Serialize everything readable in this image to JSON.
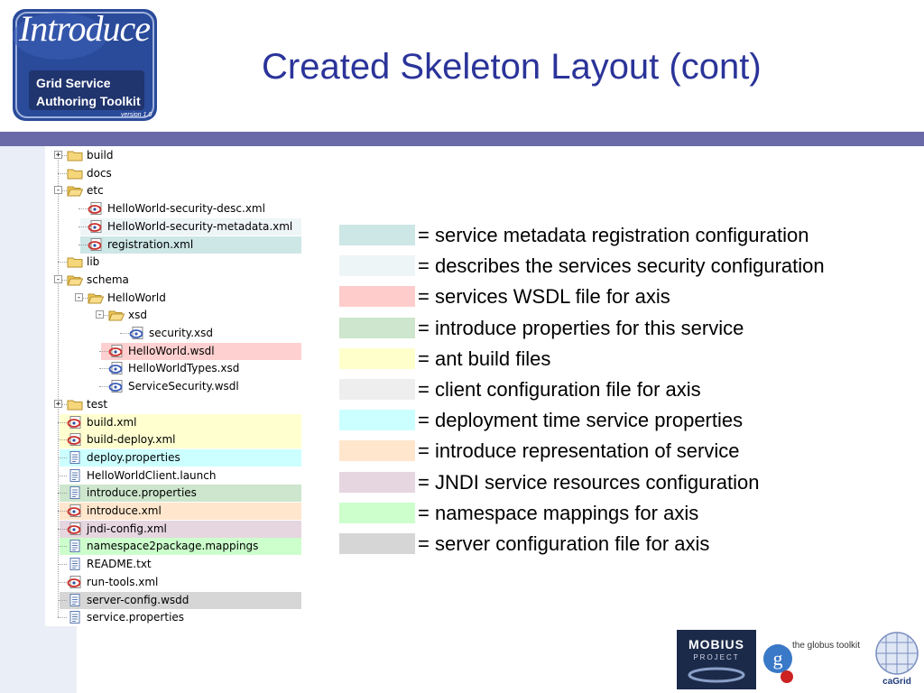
{
  "title": "Created Skeleton Layout (cont)",
  "logo": {
    "script": "Introduce",
    "line1": "Grid Service",
    "line2": "Authoring Toolkit",
    "version": "version 1.0"
  },
  "tree": [
    {
      "label": "build",
      "type": "folder",
      "level": 0,
      "toggle": "+",
      "highlight": ""
    },
    {
      "label": "docs",
      "type": "folder",
      "level": 0,
      "toggle": "",
      "highlight": ""
    },
    {
      "label": "etc",
      "type": "folder-open",
      "level": 0,
      "toggle": "-",
      "highlight": ""
    },
    {
      "label": "HelloWorld-security-desc.xml",
      "type": "xml",
      "level": 1,
      "toggle": "",
      "highlight": ""
    },
    {
      "label": "HelloWorld-security-metadata.xml",
      "type": "xml",
      "level": 1,
      "toggle": "",
      "highlight": "#eef5f7"
    },
    {
      "label": "registration.xml",
      "type": "xml",
      "level": 1,
      "toggle": "",
      "highlight": "#cde6e6"
    },
    {
      "label": "lib",
      "type": "folder",
      "level": 0,
      "toggle": "",
      "highlight": ""
    },
    {
      "label": "schema",
      "type": "folder-open",
      "level": 0,
      "toggle": "-",
      "highlight": ""
    },
    {
      "label": "HelloWorld",
      "type": "folder-open",
      "level": 1,
      "toggle": "-",
      "highlight": ""
    },
    {
      "label": "xsd",
      "type": "folder-open",
      "level": 2,
      "toggle": "-",
      "highlight": ""
    },
    {
      "label": "security.xsd",
      "type": "xsd",
      "level": 3,
      "toggle": "",
      "highlight": ""
    },
    {
      "label": "HelloWorld.wsdl",
      "type": "xml",
      "level": 2,
      "toggle": "",
      "highlight": "#ffd0d0"
    },
    {
      "label": "HelloWorldTypes.xsd",
      "type": "xsd",
      "level": 2,
      "toggle": "",
      "highlight": ""
    },
    {
      "label": "ServiceSecurity.wsdl",
      "type": "xsd",
      "level": 2,
      "toggle": "",
      "highlight": ""
    },
    {
      "label": "test",
      "type": "folder",
      "level": 0,
      "toggle": "+",
      "highlight": ""
    },
    {
      "label": "build.xml",
      "type": "xml",
      "level": 0,
      "toggle": "",
      "highlight": "#ffffd0"
    },
    {
      "label": "build-deploy.xml",
      "type": "xml",
      "level": 0,
      "toggle": "",
      "highlight": "#ffffd0"
    },
    {
      "label": "deploy.properties",
      "type": "text",
      "level": 0,
      "toggle": "",
      "highlight": "#ccffff"
    },
    {
      "label": "HelloWorldClient.launch",
      "type": "text",
      "level": 0,
      "toggle": "",
      "highlight": ""
    },
    {
      "label": "introduce.properties",
      "type": "text",
      "level": 0,
      "toggle": "",
      "highlight": "#cde6cd"
    },
    {
      "label": "introduce.xml",
      "type": "xml",
      "level": 0,
      "toggle": "",
      "highlight": "#ffe6cc"
    },
    {
      "label": "jndi-config.xml",
      "type": "xml",
      "level": 0,
      "toggle": "",
      "highlight": "#e6d6e0"
    },
    {
      "label": "namespace2package.mappings",
      "type": "text",
      "level": 0,
      "toggle": "",
      "highlight": "#ccffcc"
    },
    {
      "label": "README.txt",
      "type": "text",
      "level": 0,
      "toggle": "",
      "highlight": ""
    },
    {
      "label": "run-tools.xml",
      "type": "xml",
      "level": 0,
      "toggle": "",
      "highlight": ""
    },
    {
      "label": "server-config.wsdd",
      "type": "text",
      "level": 0,
      "toggle": "",
      "highlight": "#d6d6d6"
    },
    {
      "label": "service.properties",
      "type": "text",
      "level": 0,
      "toggle": "",
      "highlight": ""
    }
  ],
  "legend": [
    {
      "color": "#cde6e6",
      "text": "= service metadata registration configuration"
    },
    {
      "color": "#eef5f7",
      "text": "= describes the services security configuration"
    },
    {
      "color": "#ffcccc",
      "text": "= services WSDL file for axis"
    },
    {
      "color": "#cde6cd",
      "text": "= introduce properties for this service"
    },
    {
      "color": "#ffffcc",
      "text": "= ant build files"
    },
    {
      "color": "#eeeeee",
      "text": "= client configuration file for axis"
    },
    {
      "color": "#ccffff",
      "text": "= deployment time service properties"
    },
    {
      "color": "#ffe6cc",
      "text": "= introduce representation of service"
    },
    {
      "color": "#e6d6e0",
      "text": "= JNDI service resources configuration"
    },
    {
      "color": "#ccffcc",
      "text": "= namespace mappings for axis"
    },
    {
      "color": "#d6d6d6",
      "text": "= server configuration file for axis"
    }
  ],
  "footer_logos": {
    "mobius_title": "MOBIUS",
    "mobius_sub": "PROJECT",
    "globus": "the globus toolkit",
    "cagrid": "caGrid"
  }
}
